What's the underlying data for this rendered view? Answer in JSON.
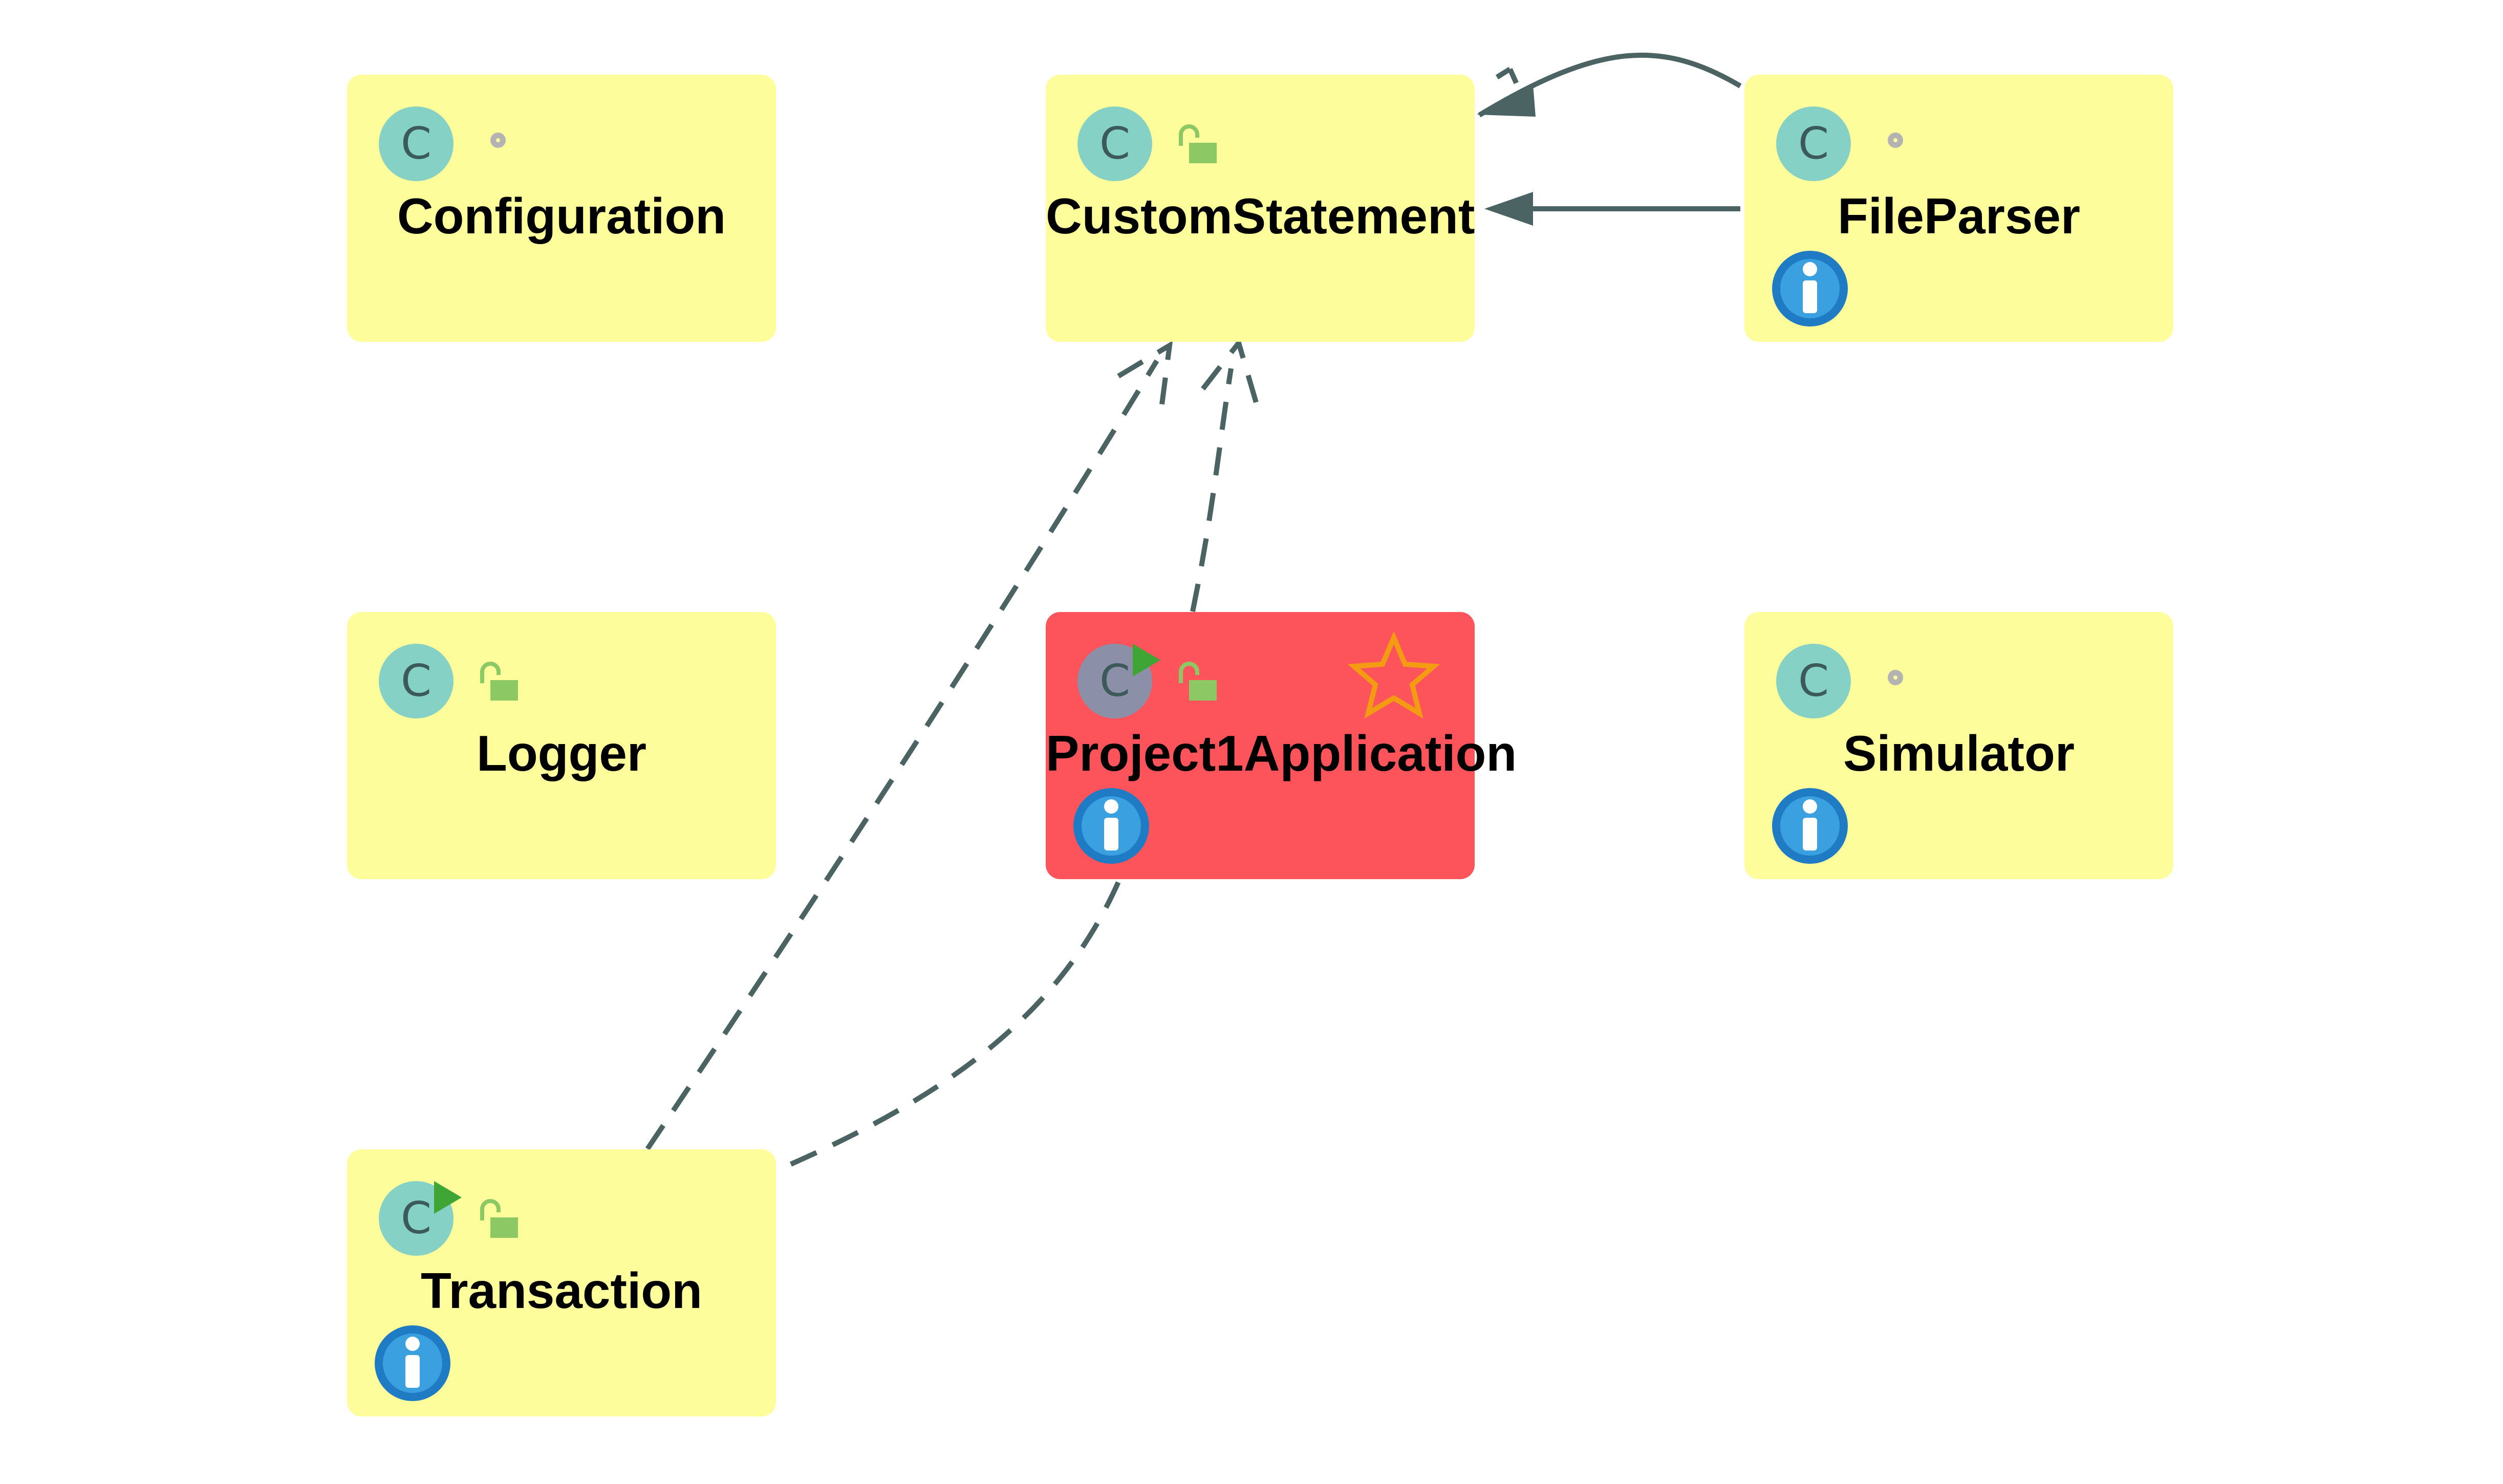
{
  "diagram": {
    "nodes": [
      {
        "id": "configuration",
        "label": "Configuration",
        "badge": "C",
        "visibility": "package",
        "runnable": false,
        "info": false,
        "entry": false
      },
      {
        "id": "custom-statement",
        "label": "CustomStatement",
        "badge": "C",
        "visibility": "public",
        "runnable": false,
        "info": false,
        "entry": false
      },
      {
        "id": "file-parser",
        "label": "FileParser",
        "badge": "C",
        "visibility": "package",
        "runnable": false,
        "info": true,
        "entry": false
      },
      {
        "id": "logger",
        "label": "Logger",
        "badge": "C",
        "visibility": "public",
        "runnable": false,
        "info": false,
        "entry": false
      },
      {
        "id": "project1-application",
        "label": "Project1Application",
        "badge": "C",
        "visibility": "public",
        "runnable": true,
        "info": true,
        "entry": true
      },
      {
        "id": "simulator",
        "label": "Simulator",
        "badge": "C",
        "visibility": "package",
        "runnable": false,
        "info": true,
        "entry": false
      },
      {
        "id": "transaction",
        "label": "Transaction",
        "badge": "C",
        "visibility": "public",
        "runnable": true,
        "info": true,
        "entry": false
      }
    ],
    "edges": [
      {
        "from": "file-parser",
        "to": "custom-statement",
        "style": "solid",
        "kind": "association"
      },
      {
        "from": "file-parser",
        "to": "custom-statement",
        "style": "solid",
        "kind": "association"
      },
      {
        "from": "transaction",
        "to": "custom-statement",
        "style": "dashed",
        "kind": "dependency"
      },
      {
        "from": "transaction",
        "to": "custom-statement",
        "style": "dashed",
        "kind": "dependency",
        "via": "project1-application"
      }
    ]
  },
  "colors": {
    "node_fill": "#fdfd9b",
    "entry_node_fill": "#fd535b",
    "class_badge": "#86d1c5",
    "entry_class_badge": "#8b90a8",
    "edge": "#4b6363",
    "public_lock": "#8cc864",
    "package_ring": "#b3b3b3",
    "run_arrow": "#3fa535",
    "info_blue": "#1f7bc4",
    "star": "#f39c12"
  },
  "icons": {
    "class": "class-c-icon",
    "public": "open-lock-icon",
    "package": "circle-icon",
    "runnable": "run-arrow-icon",
    "info": "info-icon",
    "entry": "star-icon"
  }
}
